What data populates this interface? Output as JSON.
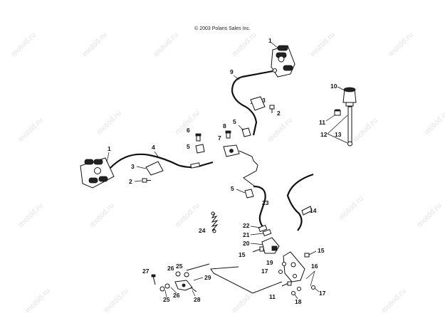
{
  "copyright": "© 2003 Polaris Sales Inc.",
  "watermark": "motod.ru",
  "callouts": {
    "c1a": "1",
    "c1b": "1",
    "c2a": "2",
    "c2b": "2",
    "c3a": "3",
    "c3b": "3",
    "c4": "4",
    "c5a": "5",
    "c5b": "5",
    "c5c": "5",
    "c6": "6",
    "c7": "7",
    "c8": "8",
    "c9": "9",
    "c10": "10",
    "c11a": "11",
    "c11b": "11",
    "c12": "12",
    "c13": "13",
    "c14": "14",
    "c15a": "15",
    "c15b": "15",
    "c16": "16",
    "c17a": "17",
    "c17b": "17",
    "c18": "18",
    "c19": "19",
    "c20": "20",
    "c21": "21",
    "c22": "22",
    "c23": "23",
    "c24": "24",
    "c25a": "25",
    "c25b": "25",
    "c26a": "26",
    "c26b": "26",
    "c27": "27",
    "c28": "28",
    "c29": "29"
  }
}
